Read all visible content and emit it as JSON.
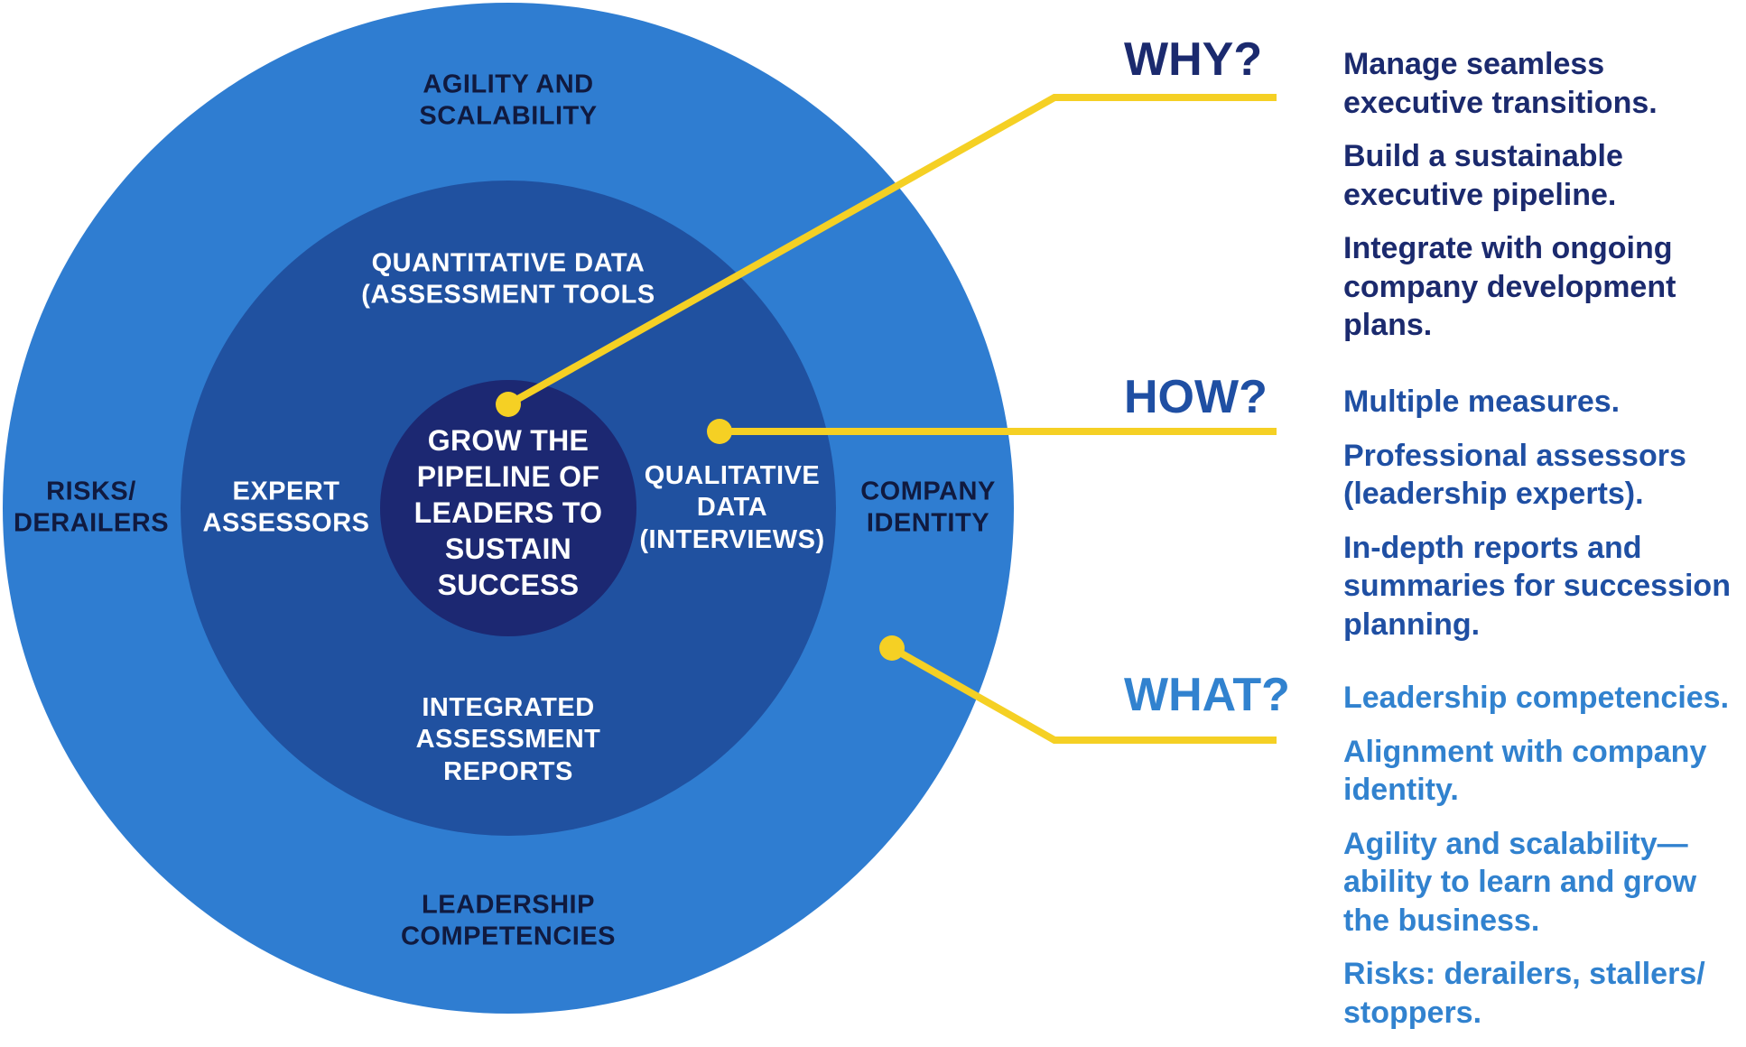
{
  "colors": {
    "outer_ring": "#2f7dd1",
    "middle_ring": "#2051a0",
    "core": "#1c2872",
    "connector": "#f5d024",
    "why_text": "#1b2a6e",
    "how_text": "#1f4fa3",
    "what_text": "#3182cf"
  },
  "outer_ring": {
    "top": "AGILITY AND\nSCALABILITY",
    "left": "RISKS/\nDERAILERS",
    "right": "COMPANY\nIDENTITY",
    "bottom": "LEADERSHIP\nCOMPETENCIES"
  },
  "middle_ring": {
    "top": "QUANTITATIVE DATA\n(ASSESSMENT TOOLS",
    "left": "EXPERT\nASSESSORS",
    "right": "QUALITATIVE\nDATA\n(INTERVIEWS)",
    "bottom": "INTEGRATED\nASSESSMENT\nREPORTS"
  },
  "core": {
    "label": "GROW THE\nPIPELINE OF\nLEADERS TO\nSUSTAIN\nSUCCESS"
  },
  "sections": {
    "why": {
      "heading": "WHY?",
      "items": [
        "Manage seamless executive transitions.",
        "Build a sustainable executive pipeline.",
        "Integrate with ongoing company development plans."
      ]
    },
    "how": {
      "heading": "HOW?",
      "items": [
        "Multiple measures.",
        "Professional assessors (leadership experts).",
        "In-depth reports and summaries for succession planning."
      ]
    },
    "what": {
      "heading": "WHAT?",
      "items": [
        "Leadership competencies.",
        "Alignment with company identity.",
        "Agility and scalability—ability to learn and grow the business.",
        "Risks: derailers, stallers/ stoppers."
      ]
    }
  }
}
